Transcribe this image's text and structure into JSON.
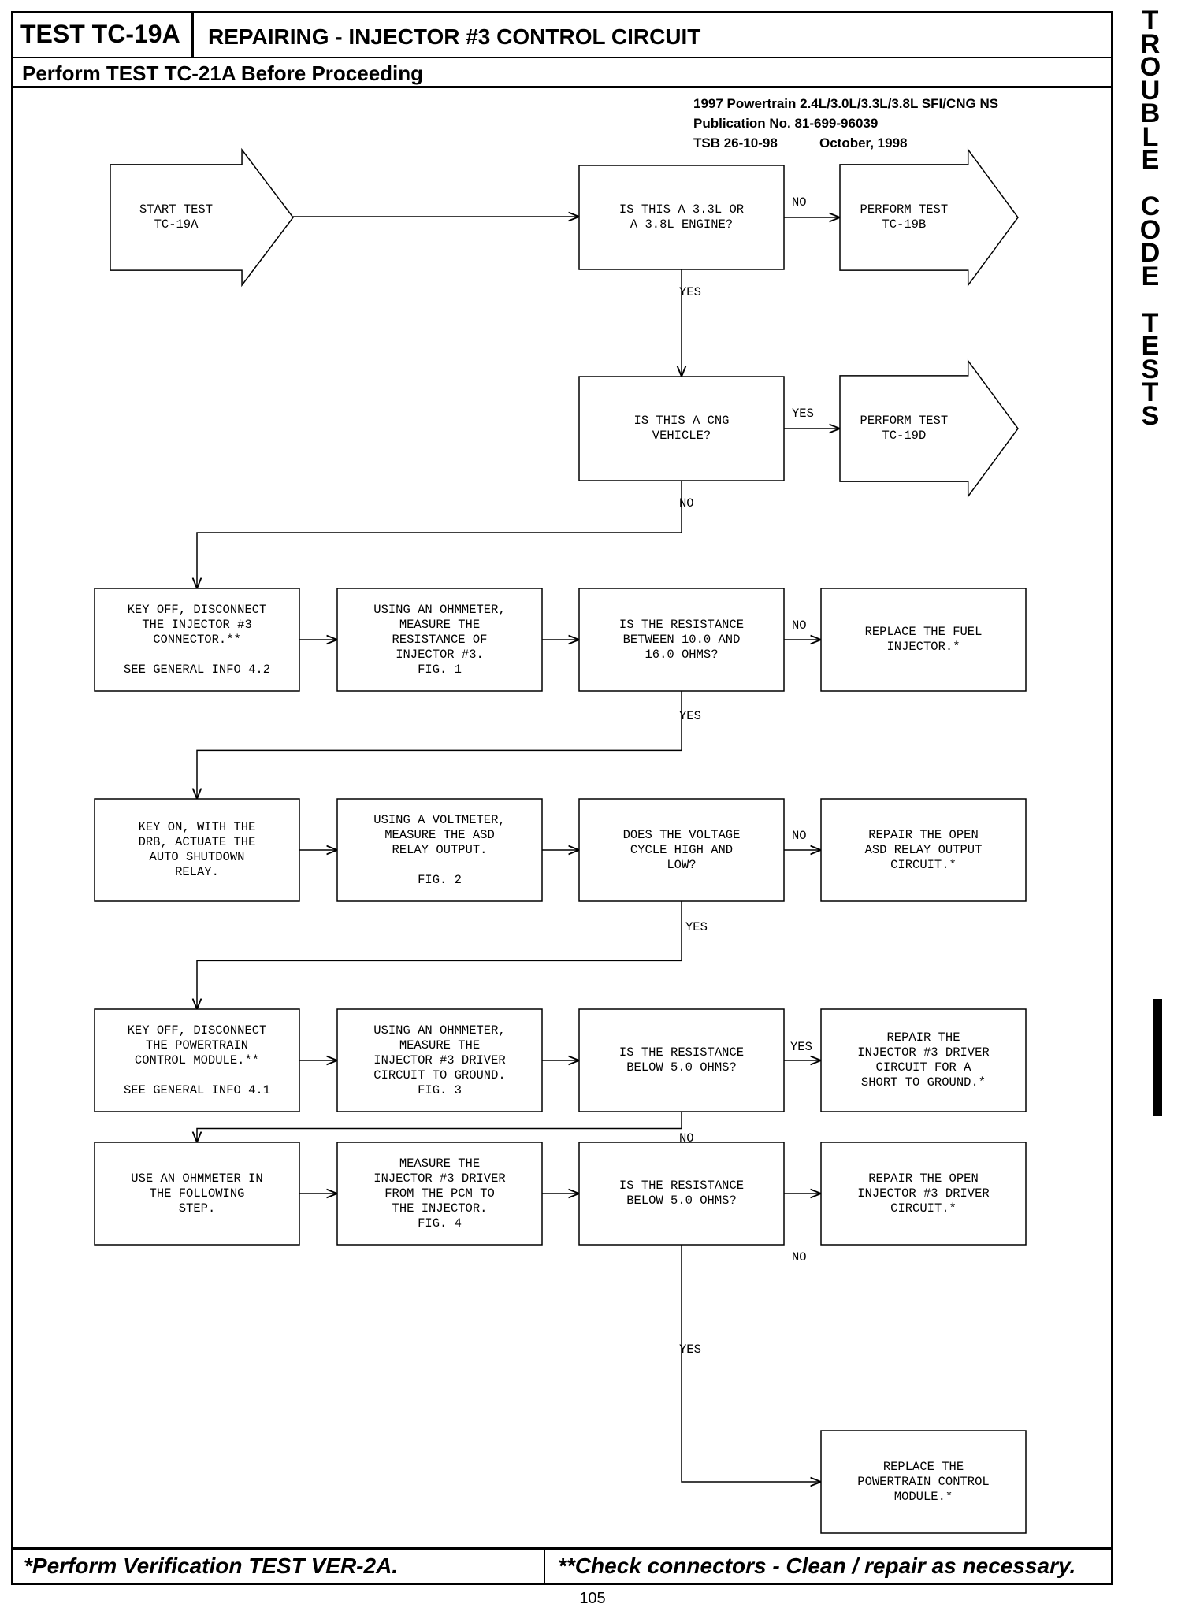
{
  "header": {
    "test_id": "TEST TC-19A",
    "title": "REPAIRING - INJECTOR #3 CONTROL CIRCUIT",
    "prerequisite": "Perform TEST TC-21A Before Proceeding"
  },
  "publication": {
    "line1": "1997 Powertrain 2.4L/3.0L/3.3L/3.8L SFI/CNG NS",
    "line2": "Publication No. 81-699-96039",
    "tsb": "TSB 26-10-98",
    "date": "October, 1998"
  },
  "side_tab": "TROUBLE CODE TESTS",
  "nodes": {
    "start": "START TEST\nTC-19A",
    "q_engine": "IS THIS A 3.3L OR\nA 3.8L ENGINE?",
    "perform_19b": "PERFORM TEST\nTC-19B",
    "q_cng": "IS THIS A CNG\nVEHICLE?",
    "perform_19d": "PERFORM TEST\nTC-19D",
    "disconnect_injector": "KEY OFF, DISCONNECT\nTHE INJECTOR #3\nCONNECTOR.**\n\nSEE GENERAL INFO 4.2",
    "measure_injector": "USING AN OHMMETER,\nMEASURE THE\nRESISTANCE OF\nINJECTOR #3.\nFIG. 1",
    "q_resistance_range": "IS THE RESISTANCE\nBETWEEN 10.0 AND\n16.0 OHMS?",
    "replace_injector": "REPLACE THE FUEL\nINJECTOR.*",
    "actuate_asd": "KEY ON, WITH THE\nDRB, ACTUATE THE\nAUTO SHUTDOWN\nRELAY.",
    "measure_asd": "USING A VOLTMETER,\nMEASURE THE ASD\nRELAY OUTPUT.\n\nFIG. 2",
    "q_voltage_cycle": "DOES THE VOLTAGE\nCYCLE HIGH AND\nLOW?",
    "repair_asd": "REPAIR THE OPEN\nASD RELAY OUTPUT\nCIRCUIT.*",
    "disconnect_pcm": "KEY OFF, DISCONNECT\nTHE POWERTRAIN\nCONTROL MODULE.**\n\nSEE GENERAL INFO 4.1",
    "measure_driver_ground": "USING AN OHMMETER,\nMEASURE THE\nINJECTOR #3 DRIVER\nCIRCUIT TO GROUND.\nFIG. 3",
    "q_below_5_a": "IS THE RESISTANCE\nBELOW 5.0 OHMS?",
    "repair_short": "REPAIR THE\nINJECTOR #3 DRIVER\nCIRCUIT FOR A\nSHORT TO GROUND.*",
    "use_ohmmeter": "USE AN OHMMETER IN\nTHE FOLLOWING\nSTEP.",
    "measure_driver_pcm": "MEASURE THE\nINJECTOR #3 DRIVER\nFROM THE PCM TO\nTHE INJECTOR.\nFIG. 4",
    "q_below_5_b": "IS THE RESISTANCE\nBELOW 5.0 OHMS?",
    "repair_open_driver": "REPAIR THE OPEN\nINJECTOR #3 DRIVER\nCIRCUIT.*",
    "replace_pcm": "REPLACE THE\nPOWERTRAIN CONTROL\nMODULE.*"
  },
  "labels": {
    "no": "NO",
    "yes": "YES"
  },
  "footer": {
    "left": "*Perform Verification TEST VER-2A.",
    "right": "**Check connectors - Clean / repair as necessary."
  },
  "page_number": "105"
}
